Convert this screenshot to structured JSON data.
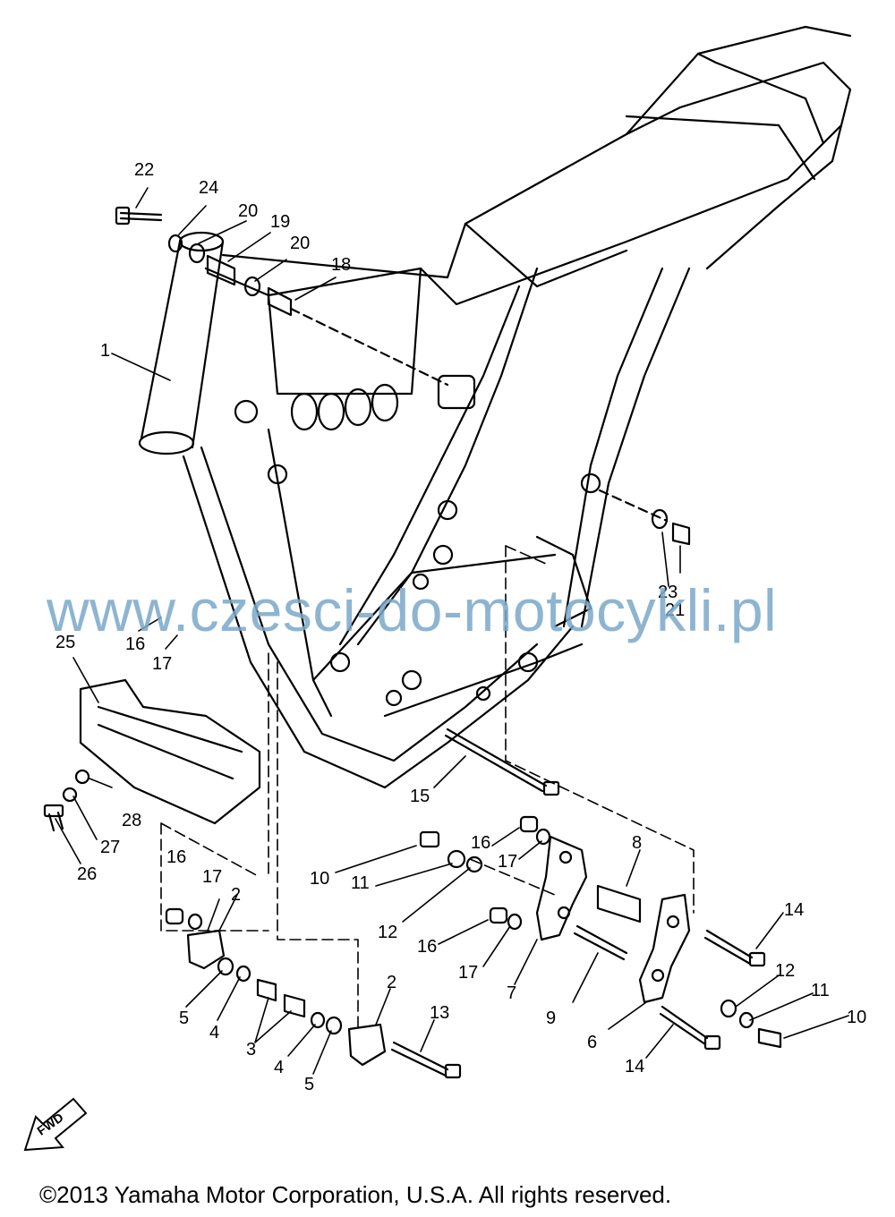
{
  "watermark": "www.czesci-do-motocykli.pl",
  "copyright": "©2013 Yamaha Motor Corporation, U.S.A. All rights reserved.",
  "fwd_label": "FWD",
  "callouts": {
    "c1": "1",
    "c2a": "2",
    "c2b": "2",
    "c3": "3",
    "c4a": "4",
    "c4b": "4",
    "c5a": "5",
    "c5b": "5",
    "c6": "6",
    "c7": "7",
    "c8": "8",
    "c9": "9",
    "c10a": "10",
    "c10b": "10",
    "c11a": "11",
    "c11b": "11",
    "c12a": "12",
    "c12b": "12",
    "c13": "13",
    "c14a": "14",
    "c14b": "14",
    "c15": "15",
    "c16a": "16",
    "c16b": "16",
    "c16c": "16",
    "c16d": "16",
    "c17a": "17",
    "c17b": "17",
    "c17c": "17",
    "c17d": "17",
    "c18": "18",
    "c19": "19",
    "c20a": "20",
    "c20b": "20",
    "c21": "21",
    "c22": "22",
    "c23": "23",
    "c24": "24",
    "c25": "25",
    "c26": "26",
    "c27": "27",
    "c28": "28"
  }
}
